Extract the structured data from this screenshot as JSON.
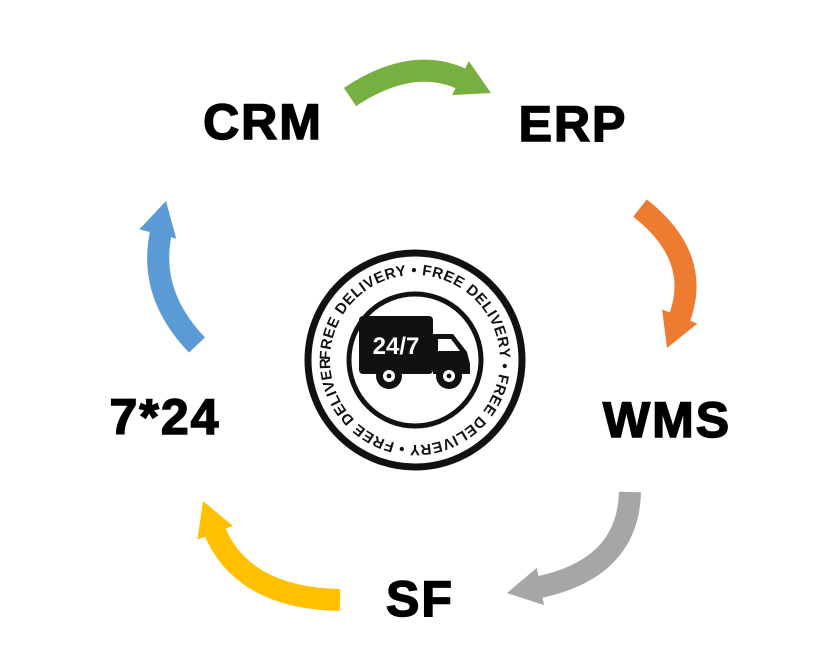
{
  "diagram": {
    "nodes": [
      {
        "id": "crm",
        "label": "CRM"
      },
      {
        "id": "erp",
        "label": "ERP"
      },
      {
        "id": "wms",
        "label": "WMS"
      },
      {
        "id": "sf",
        "label": "SF"
      },
      {
        "id": "support-724",
        "label": "7*24"
      }
    ],
    "arrows": [
      {
        "from": "CRM",
        "to": "ERP",
        "color": "#76b041"
      },
      {
        "from": "ERP",
        "to": "WMS",
        "color": "#ed7c31"
      },
      {
        "from": "WMS",
        "to": "SF",
        "color": "#a6a6a6"
      },
      {
        "from": "SF",
        "to": "7*24",
        "color": "#ffc000"
      },
      {
        "from": "7*24",
        "to": "CRM",
        "color": "#5b9bd5"
      }
    ],
    "badge": {
      "ring_text": "FREE DELIVERY • FREE DELIVERY • FREE DELIVERY • FREE DELIVERY • ",
      "truck_label": "24/7"
    }
  }
}
